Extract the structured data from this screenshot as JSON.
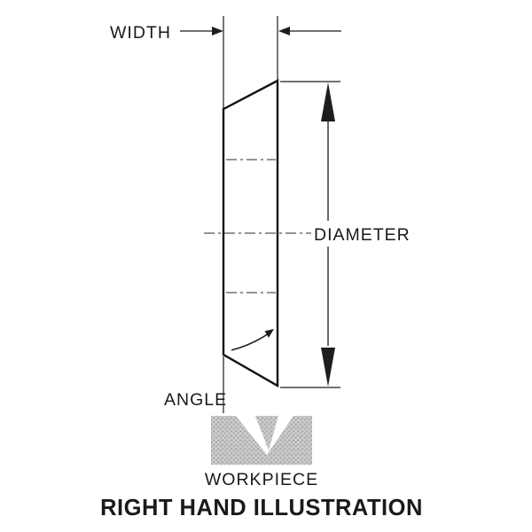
{
  "diagram": {
    "labels": {
      "width": "WIDTH",
      "diameter": "DIAMETER",
      "angle": "ANGLE",
      "workpiece": "WORKPIECE",
      "title": "RIGHT HAND ILLUSTRATION"
    },
    "colors": {
      "ink": "#1d1d1d",
      "workpiece_fill": "#c9c9c9",
      "workpiece_dot": "#8f8f8f",
      "background": "#ffffff"
    }
  }
}
